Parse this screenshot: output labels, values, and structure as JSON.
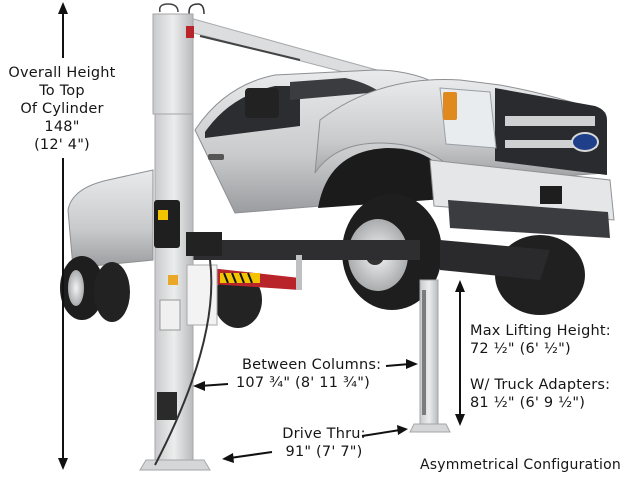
{
  "annotations": {
    "overall_height": {
      "line1": "Overall Height",
      "line2": "To Top",
      "line3": "Of Cylinder",
      "value_in": "148\"",
      "value_ft": "(12' 4\")"
    },
    "between_columns": {
      "label": "Between Columns:",
      "value": "107 ¾\" (8' 11 ¾\")"
    },
    "max_lifting_height": {
      "label": "Max Lifting Height:",
      "value": "72 ½\" (6' ½\")"
    },
    "truck_adapters": {
      "label": "W/ Truck Adapters:",
      "value": "81 ½\" (6' 9 ½\")"
    },
    "drive_thru": {
      "label": "Drive Thru:",
      "value": "91\" (7' 7\")"
    },
    "configuration": "Asymmetrical Configuration"
  },
  "colors": {
    "background": "#ffffff",
    "text": "#161616",
    "column": "#d9dadc",
    "truck_body": "#cfd1d3",
    "tire": "#1e1e1e",
    "lift_arm": "#b8242a",
    "hazard_yellow": "#f2c400",
    "turn_signal": "#e08a1e",
    "ford_badge": "#1f3f8a"
  },
  "icons": {
    "dimension_arrow": "double-headed-arrow",
    "pointer_arrow": "left-pointing-arrow"
  }
}
